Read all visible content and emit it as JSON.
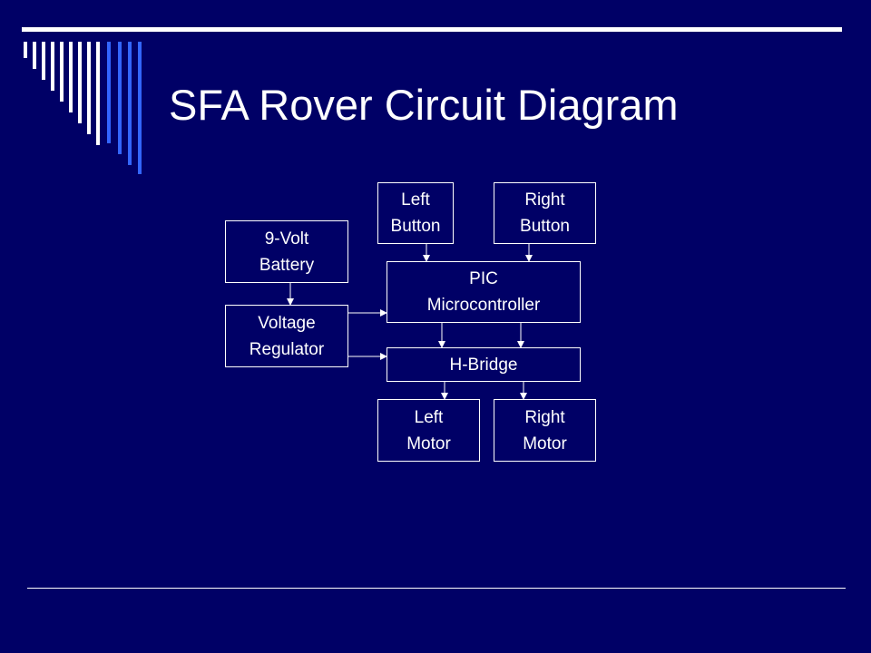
{
  "slide": {
    "title": "SFA Rover Circuit Diagram",
    "colors": {
      "background": "#000066",
      "rule": "#ffffff",
      "text": "#ffffff",
      "box_fill": "#000066",
      "box_border": "#ffffff",
      "stripe_light": "#ffffff",
      "stripe_blue": "#3366ff"
    }
  },
  "diagram": {
    "nodes": {
      "left_button": "Left\nButton",
      "right_button": "Right\nButton",
      "battery": "9-Volt\nBattery",
      "pic": "PIC\nMicrocontroller",
      "regulator": "Voltage\nRegulator",
      "hbridge": "H-Bridge",
      "left_motor": "Left\nMotor",
      "right_motor": "Right\nMotor"
    },
    "connections": [
      {
        "from": "left_button",
        "to": "pic"
      },
      {
        "from": "right_button",
        "to": "pic"
      },
      {
        "from": "battery",
        "to": "regulator"
      },
      {
        "from": "regulator",
        "to": "pic"
      },
      {
        "from": "regulator",
        "to": "hbridge"
      },
      {
        "from": "pic",
        "to": "hbridge"
      },
      {
        "from": "pic",
        "to": "hbridge"
      },
      {
        "from": "hbridge",
        "to": "left_motor"
      },
      {
        "from": "hbridge",
        "to": "right_motor"
      }
    ]
  }
}
